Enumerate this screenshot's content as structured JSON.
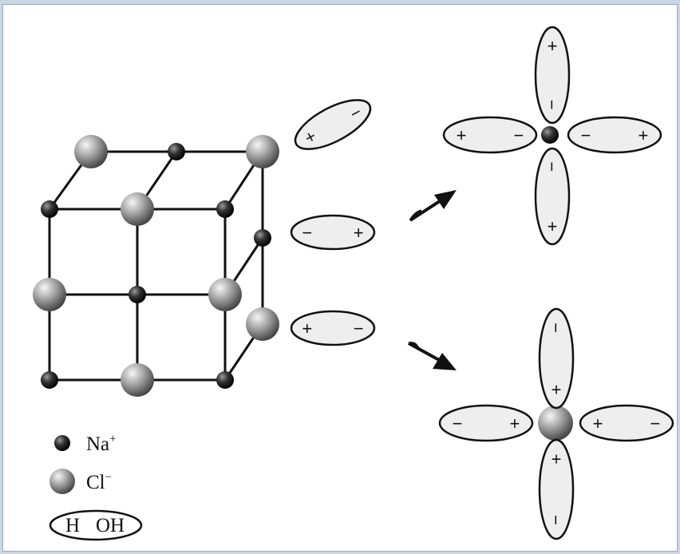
{
  "legend": {
    "na_label": "Na",
    "na_charge": "+",
    "cl_label": "Cl",
    "cl_charge": "−",
    "water_h": "H",
    "water_oh": "OH"
  },
  "dipole": {
    "plus": "+",
    "minus": "−"
  },
  "colors": {
    "line": "#111111",
    "dipole_fill": "#eeeeee",
    "na_light": "#777777",
    "na_dark": "#000000",
    "cl_light": "#f4f4f4",
    "cl_dark": "#4a4a4a"
  }
}
